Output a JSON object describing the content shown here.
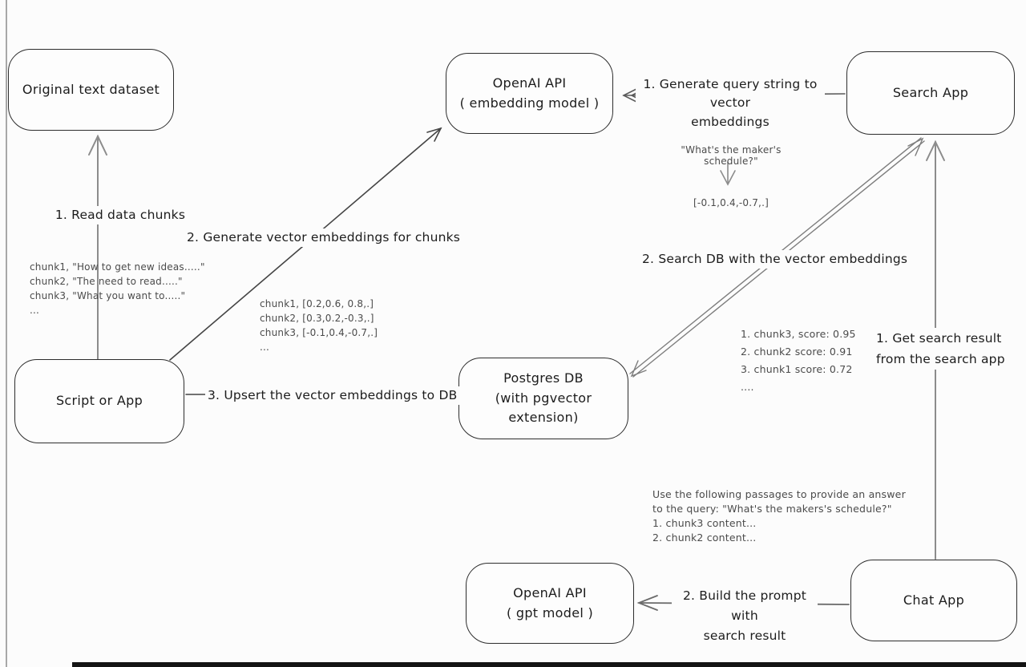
{
  "canvas": {
    "background": "#fcfcfc",
    "box_stroke": "#2d2d2d",
    "dark_line": "#454545",
    "gray_line": "#8c8c8c",
    "double_line": "#7d7d7d",
    "annotation_color": "#4b4b4b"
  },
  "nodes": {
    "original_dataset": {
      "label": "Original text dataset"
    },
    "openai_embedding": {
      "line1": "OpenAI API",
      "line2": "( embedding model )"
    },
    "search_app": {
      "label": "Search App"
    },
    "script_or_app": {
      "label": "Script or App"
    },
    "postgres_db": {
      "line1": "Postgres DB",
      "line2": "(with pgvector extension)"
    },
    "openai_gpt": {
      "line1": "OpenAI API",
      "line2": "( gpt model )"
    },
    "chat_app": {
      "label": "Chat App"
    }
  },
  "edges": {
    "read_chunks": {
      "label": "1. Read data chunks"
    },
    "generate_embeddings": {
      "label": "2. Generate vector embeddings for chunks"
    },
    "upsert": {
      "label": "3. Upsert the vector embeddings  to DB"
    },
    "query_to_vector": {
      "line1": "1. Generate query string to vector",
      "line2": "embeddings"
    },
    "search_db": {
      "label": "2. Search DB with the vector embeddings"
    },
    "get_search_result": {
      "line1": "1. Get search result",
      "line2": "from the search app"
    },
    "build_prompt": {
      "line1": "2. Build the prompt with",
      "line2": "search result"
    }
  },
  "annotations": {
    "chunks_text": [
      "chunk1, \"How to get new ideas.....\"",
      "chunk2, \"The need to read.....\"",
      "chunk3, \"What you want to.....\"",
      "..."
    ],
    "chunk_vectors": [
      "chunk1, [0.2,0.6, 0.8,.]",
      "chunk2, [0.3,0.2,-0.3,.]",
      "chunk3, [-0.1,0.4,-0.7,.]",
      "..."
    ],
    "query_example": {
      "question": "\"What's the maker's schedule?\"",
      "vector": "[-0.1,0.4,-0.7,.]"
    },
    "search_scores": [
      "1. chunk3, score: 0.95",
      "2. chunk2 score: 0.91",
      "3. chunk1 score: 0.72",
      "...."
    ],
    "prompt_example": [
      "Use the following passages to provide an answer",
      "to the query: \"What's the makers's schedule?\"",
      "1. chunk3 content...",
      "2. chunk2 content..."
    ]
  }
}
